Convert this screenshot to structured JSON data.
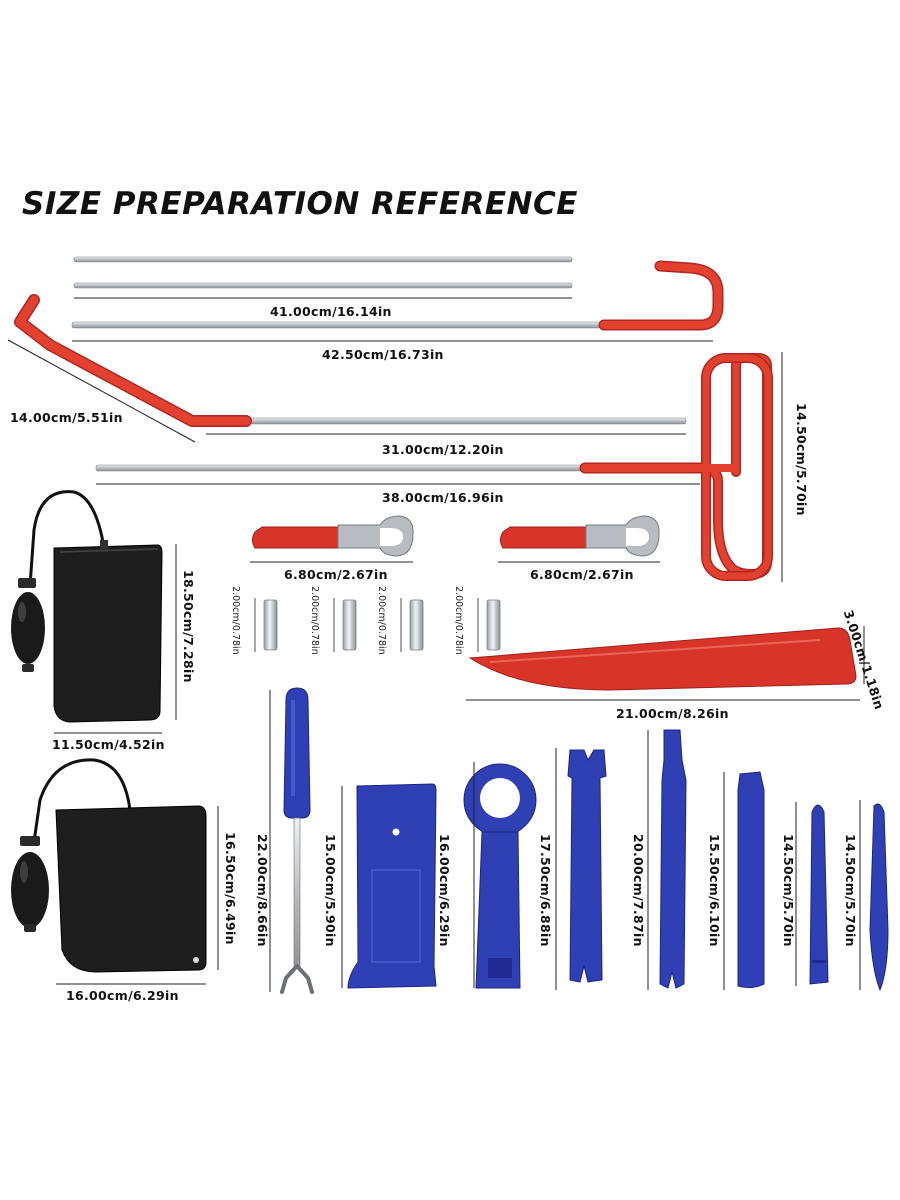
{
  "title": "SIZE PREPARATION REFERENCE",
  "colors": {
    "red": "#d8342a",
    "blue": "#2f3fb4",
    "steel": "#c9ccd0",
    "black": "#1c1c1c"
  },
  "measurements": {
    "rods_short": "41.00cm/16.14in",
    "rod_hook": "42.50cm/16.73in",
    "angled_tip": "14.00cm/5.51in",
    "angled_rod": "31.00cm/12.20in",
    "t_rod": "38.00cm/16.96in",
    "t_handle": "14.50cm/5.70in",
    "wrench_left": "6.80cm/2.67in",
    "wrench_right": "6.80cm/2.67in",
    "bag_small_height": "18.50cm/7.28in",
    "bag_small_width": "11.50cm/4.52in",
    "pin_1": "2.00cm/0.78in",
    "pin_2": "2.00cm/0.78in",
    "pin_3": "2.00cm/0.78in",
    "pin_4": "2.00cm/0.78in",
    "wedge_height": "3.00cm/1.18in",
    "wedge_length": "21.00cm/8.26in",
    "bag_large_height": "16.50cm/6.49in",
    "bag_large_width": "16.00cm/6.29in",
    "screwdriver": "22.00cm/8.66in",
    "trim_wide": "15.00cm/5.90in",
    "trim_ring": "16.00cm/6.29in",
    "trim_fork": "17.50cm/6.88in",
    "trim_long": "20.00cm/7.87in",
    "trim_flat": "15.50cm/6.10in",
    "trim_slim_1": "14.50cm/5.70in",
    "trim_slim_2": "14.50cm/5.70in"
  }
}
